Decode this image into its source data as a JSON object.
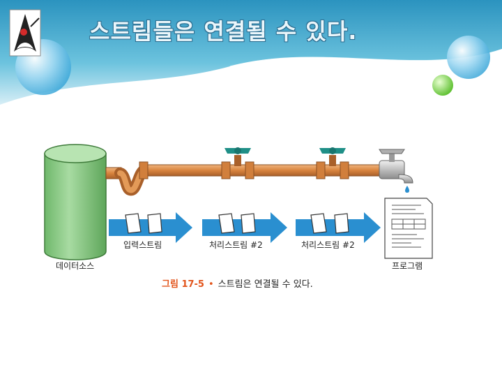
{
  "slide": {
    "title": "스트림들은 연결될 수 있다."
  },
  "diagram": {
    "source_label": "데이터소스",
    "stream_labels": [
      "입력스트림",
      "처리스트림 #2",
      "처리스트림 #2"
    ],
    "program_label": "프로그램",
    "caption_figure": "그림 17-5",
    "caption_bullet": "•",
    "caption_text": "스트림은 연결될 수 있다."
  },
  "colors": {
    "header_blue": "#2f9bc4",
    "pipe": "#d98b4a",
    "tank": "#8fcf8a",
    "valve": "#1f8f87",
    "arrow": "#2a8fd0",
    "caption_accent": "#e2541b"
  }
}
